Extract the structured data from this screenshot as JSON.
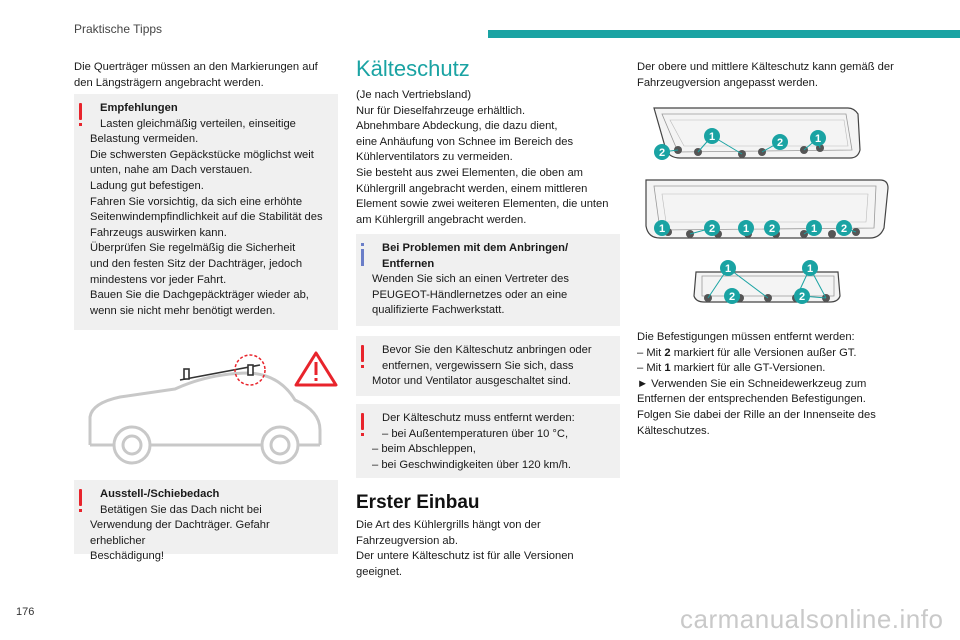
{
  "header": {
    "section": "Praktische Tipps"
  },
  "page_number": "176",
  "watermark": "carmanualsonline.info",
  "col1": {
    "intro": [
      "Die Querträger müssen an den Markierungen auf",
      "den Längsträgern angebracht werden."
    ],
    "box1": {
      "title": "Empfehlungen",
      "lines": [
        "Lasten gleichmäßig verteilen, einseitige",
        "Belastung vermeiden.",
        "Die schwersten Gepäckstücke möglichst weit",
        "unten, nahe am Dach verstauen.",
        "Ladung gut befestigen.",
        "Fahren Sie vorsichtig, da sich eine erhöhte",
        "Seitenwindempfindlichkeit auf die Stabilität des",
        "Fahrzeugs auswirken kann.",
        "Überprüfen Sie regelmäßig die Sicherheit",
        "und den festen Sitz der Dachträger, jedoch",
        "mindestens vor jeder Fahrt.",
        "Bauen Sie die Dachgepäckträger wieder ab,",
        "wenn sie nicht mehr benötigt werden."
      ]
    },
    "box2": {
      "title": "Ausstell-/Schiebedach",
      "lines": [
        "Betätigen Sie das Dach nicht bei",
        "Verwendung der Dachträger. Gefahr erheblicher",
        "Beschädigung!"
      ]
    }
  },
  "col2": {
    "title": "Kälteschutz",
    "body": [
      "(Je nach Vertriebsland)",
      "Nur für Dieselfahrzeuge erhältlich.",
      "Abnehmbare Abdeckung, die dazu dient,",
      "eine Anhäufung von Schnee im Bereich des",
      "Kühlerventilators zu vermeiden.",
      "Sie besteht aus zwei Elementen, die oben am",
      "Kühlergrill angebracht werden, einem mittleren",
      "Element sowie zwei weiteren Elementen, die unten",
      "am Kühlergrill angebracht werden."
    ],
    "box_info": {
      "title": [
        "Bei Problemen mit dem Anbringen/",
        "Entfernen"
      ],
      "lines": [
        "Wenden Sie sich an einen Vertreter des",
        "PEUGEOT-Händlernetzes oder an eine",
        "qualifizierte Fachwerkstatt."
      ]
    },
    "box_warn1": {
      "lines": [
        "Bevor Sie den Kälteschutz anbringen oder",
        "entfernen, vergewissern Sie sich, dass",
        "Motor und Ventilator ausgeschaltet sind."
      ]
    },
    "box_warn2": {
      "lines": [
        "Der Kälteschutz muss entfernt werden:",
        "–  bei Außentemperaturen über 10 °C,",
        "–  beim Abschleppen,",
        "–  bei Geschwindigkeiten über 120 km/h."
      ]
    },
    "subtitle": "Erster Einbau",
    "body2": [
      "Die Art des Kühlergrills hängt von der",
      "Fahrzeugversion ab.",
      "Der untere Kälteschutz ist für alle Versionen",
      "geeignet."
    ]
  },
  "col3": {
    "intro": [
      "Der obere und mittlere Kälteschutz kann gemäß der",
      "Fahrzeugversion angepasst werden."
    ],
    "diagram_labels": {
      "one": "1",
      "two": "2"
    },
    "lines": [
      "Die Befestigungen müssen entfernt werden:"
    ],
    "item_a": {
      "pre": "–  Mit ",
      "num": "2",
      "post": " markiert für alle Versionen außer GT."
    },
    "item_b": {
      "pre": "–  Mit ",
      "num": "1",
      "post": " markiert für alle GT-Versionen."
    },
    "steps": [
      "►  Verwenden Sie ein Schneidewerkzeug zum",
      "Entfernen der entsprechenden Befestigungen.",
      "Folgen Sie dabei der Rille an der Innenseite des",
      "Kälteschutzes."
    ]
  }
}
